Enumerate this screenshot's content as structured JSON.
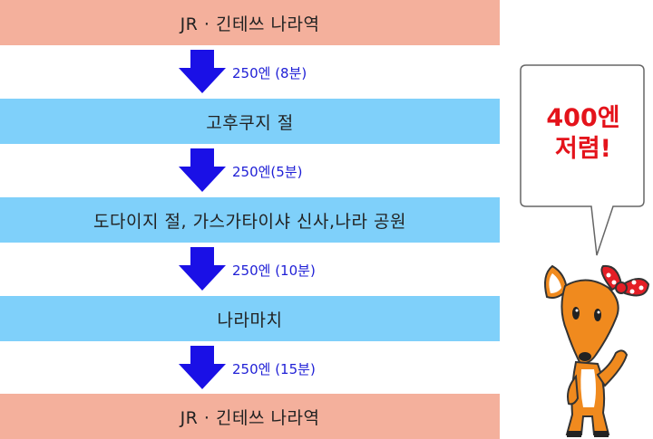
{
  "route": {
    "stations": [
      {
        "name": "JR · 긴테쓰 나라역",
        "kind": "endpoint"
      },
      {
        "name": "고후쿠지 절",
        "kind": "stop"
      },
      {
        "name": "도다이지 절, 가스가타이샤 신사,나라 공원",
        "kind": "stop"
      },
      {
        "name": "나라마치",
        "kind": "stop"
      },
      {
        "name": "JR · 긴테쓰 나라역",
        "kind": "endpoint"
      }
    ],
    "fares": [
      "250엔 (8분)",
      "250엔(5분)",
      "250엔 (10분)",
      "250엔 (15분)"
    ]
  },
  "callout": {
    "line1": "400엔",
    "line2": "저렴!"
  },
  "colors": {
    "endpoint_bg": "#f4b09c",
    "stop_bg": "#7fd0fa",
    "arrow": "#1a10e6",
    "fare_text": "#1f1fd6",
    "callout_text": "#e4131b"
  },
  "icons": {
    "arrow": "down-arrow-icon",
    "mascot": "deer-mascot"
  }
}
